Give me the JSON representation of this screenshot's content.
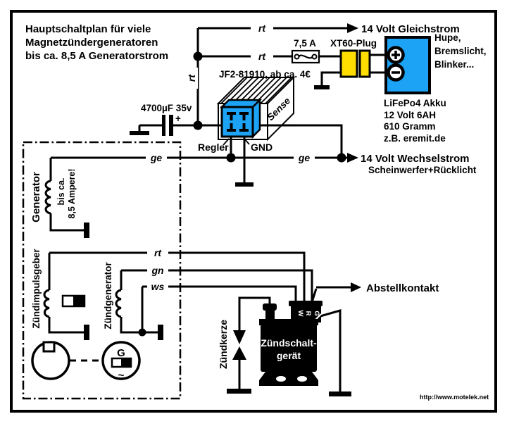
{
  "title": {
    "line1": "Hauptschaltplan für viele",
    "line2": "Magnetzündergeneratoren",
    "line3": "bis ca. 8,5 A Generatorstrom"
  },
  "labels": {
    "rt": "rt",
    "ge": "ge",
    "gn": "gn",
    "ws": "ws",
    "capacitor": "4700µF 35v",
    "cap_plus": "+",
    "fuse": "7,5 A",
    "xt60": "XT60-Plug",
    "regulator_model": "JF2-81910, ab ca. 4€",
    "pin_regler": "Regler",
    "pin_gnd": "GND",
    "pin_sense": "Sense",
    "dc_out": "14 Volt Gleichstrom",
    "dc_sub1": "Hupe,",
    "dc_sub2": "Bremslicht,",
    "dc_sub3": "Blinker...",
    "battery1": "LiFePo4 Akku",
    "battery2": "12 Volt 6AH",
    "battery3": "610 Gramm",
    "battery_link": "z.B. eremit.de",
    "ac_out": "14 Volt Wechselstrom",
    "ac_sub": "Scheinwerfer+Rücklicht",
    "generator": "Generator",
    "generator_note1": "bis ca.",
    "generator_note2": "8,5 Ampere!",
    "impulse_coil": "Zündimpulsgeber",
    "ignition_gen": "Zündgenerator",
    "kill_switch": "Abstellkontakt",
    "spark_plug": "Zündkerze",
    "cdi_line1": "Zündschalt-",
    "cdi_line2": "gerät",
    "pin_w": "W",
    "pin_r": "R",
    "pin_g": "G",
    "flywheel_g": "G",
    "flywheel_ac": "~",
    "footer": "http://www.motelek.net"
  },
  "colors": {
    "blue": "#1CA3F6",
    "yellow": "#FFDD00",
    "link_blue": "#1892F0",
    "wire": "#000000"
  }
}
